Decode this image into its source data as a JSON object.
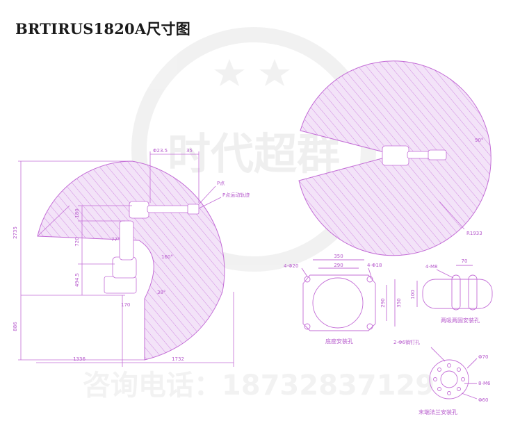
{
  "title": "BRTIRUS1820A尺寸图",
  "watermark": {
    "brand": "时代超群",
    "phone": "咨询电话：18732837129"
  },
  "side_view": {
    "dim_top_a": "Φ23.5",
    "dim_top_b": "35",
    "label_p": "P点",
    "label_p_range": "P点运动轨迹",
    "dim_height_total": "2735",
    "dim_a": "180",
    "dim_b": "720",
    "dim_c": "494.5",
    "dim_d": "170",
    "dim_low": "886",
    "dim_left": "1336",
    "dim_right": "1732",
    "angle_a": "77°",
    "angle_b": "160°",
    "angle_c": "38°"
  },
  "top_view": {
    "angle": "90°",
    "radius": "R1933"
  },
  "base_view": {
    "dim_hole_a": "4-Φ20",
    "dim_350": "350",
    "dim_290": "290",
    "dim_hole_b": "4-Φ18",
    "dim_290_v": "290",
    "dim_350_v": "350",
    "caption": "底座安装孔"
  },
  "arm_view": {
    "dim_thread": "4-M8",
    "dim_70": "70",
    "dim_100": "100",
    "caption": "两吸两固安装孔"
  },
  "flange_view": {
    "dim_pins": "2-Φ6销钉孔",
    "dim_outer": "Φ70",
    "dim_thread": "8-M6",
    "dim_inner": "Φ60",
    "caption": "末端法兰安装孔"
  },
  "colors": {
    "line": "#c36cd6",
    "hatch": "#d08be2",
    "fill": "#f3e3f8",
    "watermark": "#e5e5e5",
    "title": "#1a1a1a"
  }
}
